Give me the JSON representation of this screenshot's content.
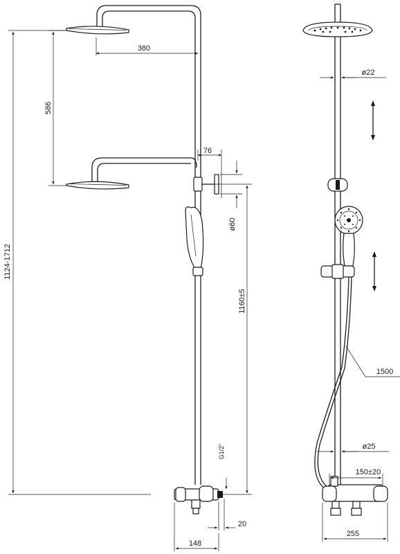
{
  "dimensions": {
    "arm_length": "380",
    "vertical_travel": "586",
    "total_height": "1124-1712",
    "bracket_offset": "76",
    "bracket_diameter": "ø60",
    "handle_height": "1160±5",
    "thread": "G1/2\"",
    "wall_offset": "20",
    "valve_depth": "148",
    "pipe_diameter_top": "ø22",
    "hose_length": "1500",
    "pipe_diameter_bottom": "ø25",
    "center_distance": "150±20",
    "valve_width": "255"
  }
}
